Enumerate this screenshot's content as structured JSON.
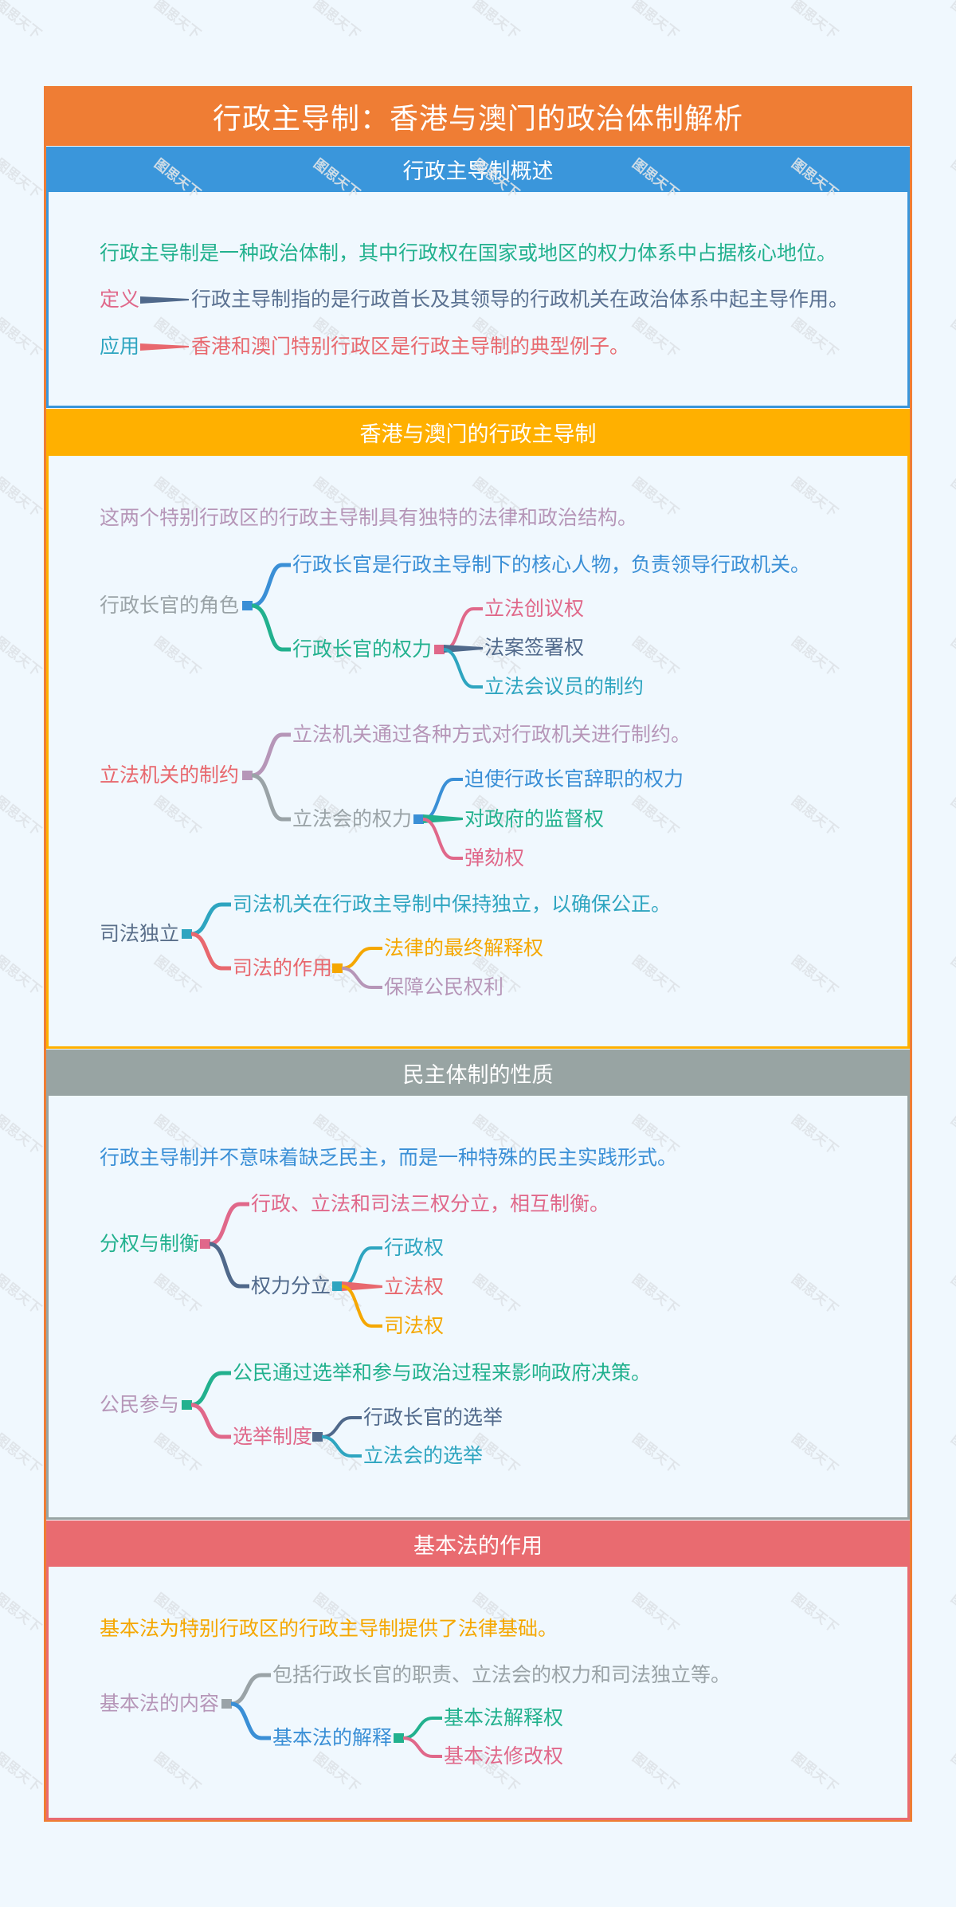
{
  "page": {
    "title": "行政主导制：香港与澳门的政治体制解析",
    "watermark": "图思天下",
    "colors": {
      "background": "#f0f8fe",
      "frame": "#ef7d34",
      "watermark": "#dfe4e8"
    }
  },
  "sections": [
    {
      "title": "行政主导制概述",
      "header_color": "#3a96db",
      "intro": {
        "text": "行政主导制是一种政治体制，其中行政权在国家或地区的权力体系中占据核心地位。",
        "color": "#22b18e"
      },
      "items": [
        {
          "label": "定义",
          "label_color": "#e0688a",
          "connector_color": "#50698b",
          "text": "行政主导制指的是行政首长及其领导的行政机关在政治体系中起主导作用。",
          "text_color": "#5a7191"
        },
        {
          "label": "应用",
          "label_color": "#2ea5c0",
          "connector_color": "#e8686e",
          "text": "香港和澳门特别行政区是行政主导制的典型例子。",
          "text_color": "#e8686e"
        }
      ]
    },
    {
      "title": "香港与澳门的行政主导制",
      "header_color": "#ffb000",
      "intro": {
        "text": "这两个特别行政区的行政主导制具有独特的法律和政治结构。",
        "color": "#b696b8"
      },
      "branches": [
        {
          "label": "行政长官的角色",
          "color": "#9aa3a7",
          "children": [
            {
              "label": "行政长官是行政主导制下的核心人物，负责领导行政机关。",
              "color": "#3a8fd6"
            },
            {
              "label": "行政长官的权力",
              "color": "#22b18e",
              "children": [
                {
                  "label": "立法创议权",
                  "color": "#e0688a"
                },
                {
                  "label": "法案签署权",
                  "color": "#50698b"
                },
                {
                  "label": "立法会议员的制约",
                  "color": "#2ea5c0"
                }
              ]
            }
          ]
        },
        {
          "label": "立法机关的制约",
          "color": "#e8686e",
          "children": [
            {
              "label": "立法机关通过各种方式对行政机关进行制约。",
              "color": "#b696b8"
            },
            {
              "label": "立法会的权力",
              "color": "#9aa3a7",
              "children": [
                {
                  "label": "迫使行政长官辞职的权力",
                  "color": "#3a8fd6"
                },
                {
                  "label": "对政府的监督权",
                  "color": "#22b18e"
                },
                {
                  "label": "弹劾权",
                  "color": "#e0688a"
                }
              ]
            }
          ]
        },
        {
          "label": "司法独立",
          "color": "#5a6f8a",
          "children": [
            {
              "label": "司法机关在行政主导制中保持独立，以确保公正。",
              "color": "#2ea5c0"
            },
            {
              "label": "司法的作用",
              "color": "#e8686e",
              "children": [
                {
                  "label": "法律的最终解释权",
                  "color": "#f5a700"
                },
                {
                  "label": "保障公民权利",
                  "color": "#b696b8"
                }
              ]
            }
          ]
        }
      ]
    },
    {
      "title": "民主体制的性质",
      "header_color": "#98a4a3",
      "intro": {
        "text": "行政主导制并不意味着缺乏民主，而是一种特殊的民主实践形式。",
        "color": "#3a8fd6"
      },
      "branches": [
        {
          "label": "分权与制衡",
          "color": "#22b18e",
          "children": [
            {
              "label": "行政、立法和司法三权分立，相互制衡。",
              "color": "#e0688a"
            },
            {
              "label": "权力分立",
              "color": "#50698b",
              "children": [
                {
                  "label": "行政权",
                  "color": "#2ea5c0"
                },
                {
                  "label": "立法权",
                  "color": "#e8686e"
                },
                {
                  "label": "司法权",
                  "color": "#f5a700"
                }
              ]
            }
          ]
        },
        {
          "label": "公民参与",
          "color": "#b696b8",
          "children": [
            {
              "label": "公民通过选举和参与政治过程来影响政府决策。",
              "color": "#22b18e"
            },
            {
              "label": "选举制度",
              "color": "#e0688a",
              "children": [
                {
                  "label": "行政长官的选举",
                  "color": "#50698b"
                },
                {
                  "label": "立法会的选举",
                  "color": "#2ea5c0"
                }
              ]
            }
          ]
        }
      ]
    },
    {
      "title": "基本法的作用",
      "header_color": "#e96b70",
      "intro": {
        "text": "基本法为特别行政区的行政主导制提供了法律基础。",
        "color": "#f5a700"
      },
      "branches": [
        {
          "label": "基本法的内容",
          "color": "#b696b8",
          "children": [
            {
              "label": "包括行政长官的职责、立法会的权力和司法独立等。",
              "color": "#9aa3a7"
            },
            {
              "label": "基本法的解释",
              "color": "#3a8fd6",
              "children": [
                {
                  "label": "基本法解释权",
                  "color": "#22b18e"
                },
                {
                  "label": "基本法修改权",
                  "color": "#e0688a"
                }
              ]
            }
          ]
        }
      ]
    }
  ]
}
